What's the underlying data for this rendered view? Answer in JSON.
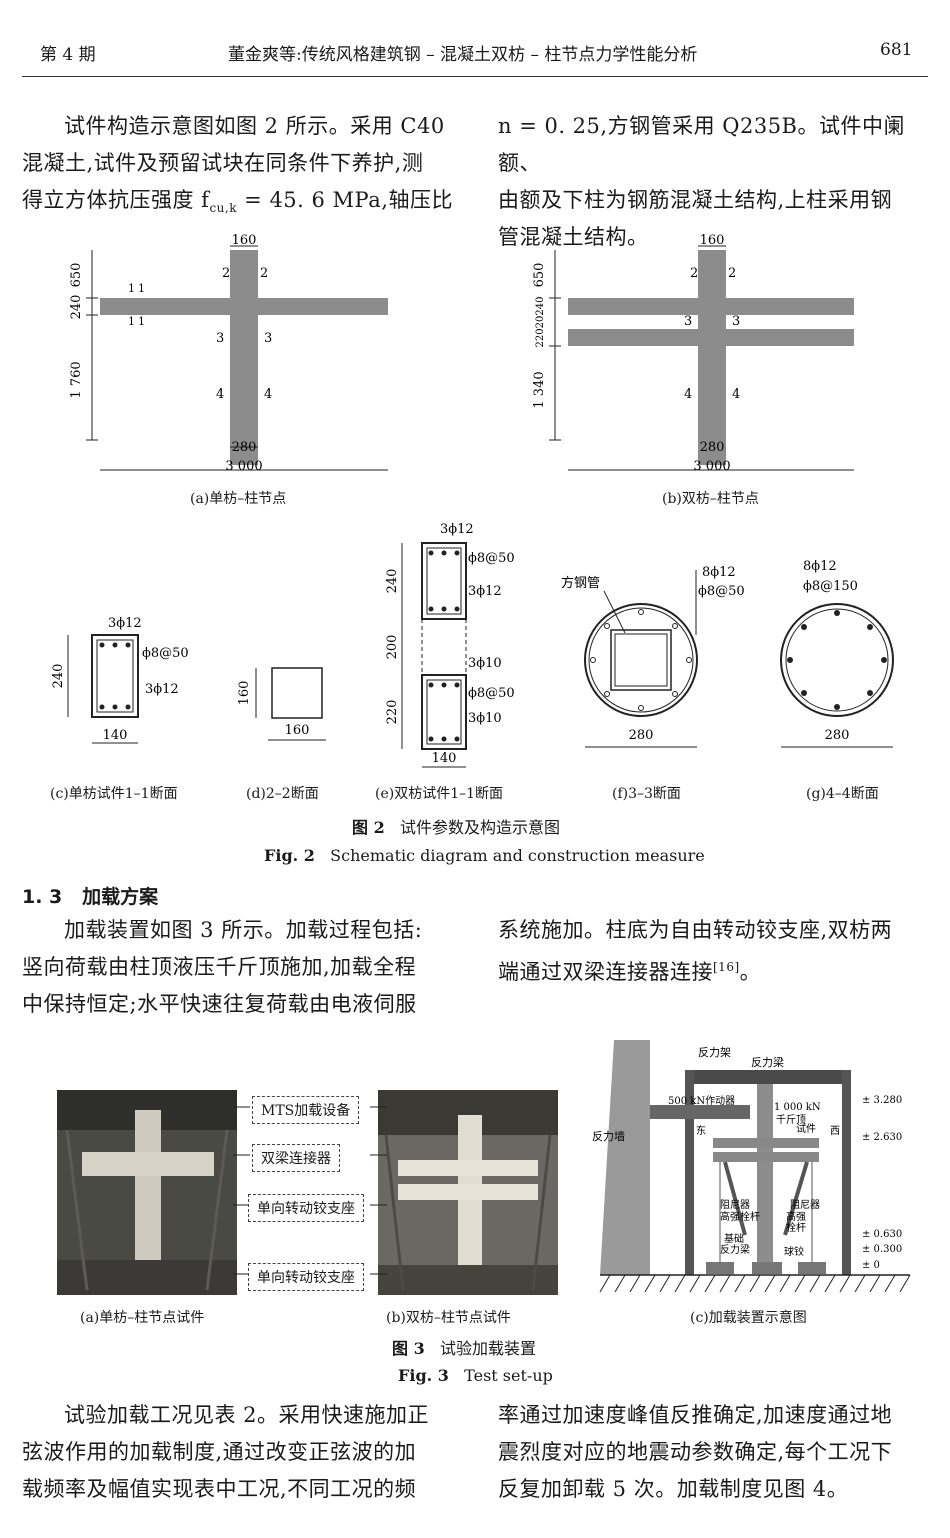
{
  "header": {
    "issue": "第 4 期",
    "title": "董金爽等:传统风格建筑钢 – 混凝土双枋 – 柱节点力学性能分析",
    "page": "681"
  },
  "intro": {
    "left_lines": [
      "试件构造示意图如图 2 所示。采用 C40",
      "混凝土,试件及预留试块在同条件下养护,测",
      "得立方体抗压强度 f",
      "cu,k",
      " = 45. 6  MPa,轴压比"
    ],
    "right_lines": [
      "n = 0. 25,方钢管采用 Q235B。试件中阑额、",
      "由额及下柱为钢筋混凝土结构,上柱采用钢",
      "管混凝土结构。"
    ]
  },
  "fig2": {
    "a": {
      "dims": [
        "160",
        "650",
        "240",
        "1 760",
        "280",
        "3 000"
      ],
      "sections": [
        "1",
        "1",
        "1",
        "1",
        "2",
        "2",
        "3",
        "3",
        "4",
        "4"
      ],
      "caption": "(a)单枋–柱节点"
    },
    "b": {
      "dims": [
        "160",
        "650",
        "22020240",
        "1 340",
        "280",
        "3 000"
      ],
      "sections": [
        "2",
        "2",
        "3",
        "3",
        "4",
        "4"
      ],
      "caption": "(b)双枋–柱节点"
    },
    "c": {
      "labels": [
        "3ϕ12",
        "ϕ8@50",
        "3ϕ12",
        "240",
        "140"
      ],
      "caption": "(c)单枋试件1–1断面"
    },
    "d": {
      "labels": [
        "160",
        "160"
      ],
      "caption": "(d)2–2断面"
    },
    "e": {
      "labels": [
        "3ϕ12",
        "ϕ8@50",
        "3ϕ12",
        "3ϕ10",
        "ϕ8@50",
        "3ϕ10",
        "240",
        "200",
        "220",
        "140"
      ],
      "caption": "(e)双枋试件1–1断面"
    },
    "f": {
      "labels": [
        "方钢管",
        "8ϕ12",
        "ϕ8@50",
        "280"
      ],
      "caption": "(f)3–3断面"
    },
    "g": {
      "labels": [
        "8ϕ12",
        "ϕ8@150",
        "280"
      ],
      "caption": "(g)4–4断面"
    },
    "caption_cn_label": "图 2",
    "caption_cn": "试件参数及构造示意图",
    "caption_en_label": "Fig. 2",
    "caption_en": "Schematic diagram and construction measure"
  },
  "section": {
    "number": "1. 3",
    "title": "加载方案"
  },
  "loading": {
    "left_lines": [
      "加载装置如图 3 所示。加载过程包括:",
      "竖向荷载由柱顶液压千斤顶施加,加载全程",
      "中保持恒定;水平快速往复荷载由电液伺服"
    ],
    "right_lines": [
      "系统施加。柱底为自由转动铰支座,双枋两",
      "端通过双梁连接器连接",
      "[16]",
      "。"
    ]
  },
  "fig3": {
    "labels": [
      "MTS加载设备",
      "双梁连接器",
      "单向转动铰支座",
      "单向转动铰支座"
    ],
    "caption_a": "(a)单枋–柱节点试件",
    "caption_b": "(b)双枋–柱节点试件",
    "c_labels": [
      "反力架",
      "反力梁",
      "500 kN作动器",
      "1 000 kN",
      "千斤顶",
      "反力墙",
      "东",
      "试件",
      "西",
      "阻尼器",
      "高强栓杆",
      "阻尼器",
      "高强",
      "栓杆",
      "基础",
      "反力梁",
      "球铰",
      "± 3.280",
      "± 2.630",
      "± 0.630",
      "± 0.300",
      "± 0"
    ],
    "caption_c": "(c)加载装置示意图",
    "caption_cn_label": "图 3",
    "caption_cn": "试验加载装置",
    "caption_en_label": "Fig. 3",
    "caption_en": "Test set-up"
  },
  "closing": {
    "left_lines": [
      "试验加载工况见表 2。采用快速施加正",
      "弦波作用的加载制度,通过改变正弦波的加",
      "载频率及幅值实现表中工况,不同工况的频"
    ],
    "right_lines": [
      "率通过加速度峰值反推确定,加速度通过地",
      "震烈度对应的地震动参数确定,每个工况下",
      "反复加卸载 5 次。加载制度见图 4。"
    ]
  }
}
